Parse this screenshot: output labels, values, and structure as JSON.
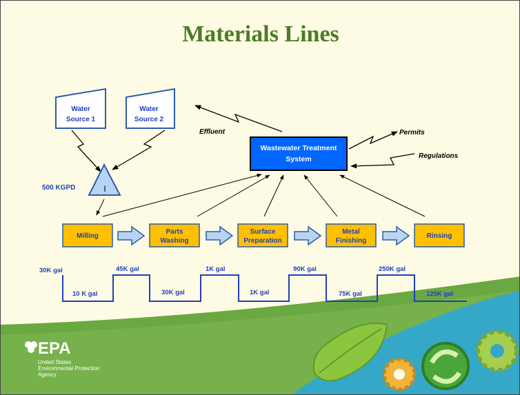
{
  "slide": {
    "title": "Materials Lines",
    "colors": {
      "background": "#fdfbe3",
      "title": "#4f7a28",
      "text_blue": "#1f3fbf",
      "process_box": "#ffc000",
      "wwt_box": "#0066ff",
      "arrow_fill": "#b7d4f5",
      "footer_green": "#6aa841",
      "footer_teal": "#35a8c8"
    }
  },
  "sources": [
    {
      "line1": "Water",
      "line2": "Source 1"
    },
    {
      "line1": "Water",
      "line2": "Source 2"
    }
  ],
  "tank": {
    "symbol": "I",
    "flow_label": "500 KGPD"
  },
  "treatment": {
    "line1": "Wastewater Treatment",
    "line2": "System"
  },
  "labels": {
    "effluent": "Effluent",
    "permits": "Permits",
    "regulations": "Regulations"
  },
  "processes": [
    {
      "line1": "Milling",
      "line2": ""
    },
    {
      "line1": "Parts",
      "line2": "Washing"
    },
    {
      "line1": "Surface",
      "line2": "Preparation"
    },
    {
      "line1": "Metal",
      "line2": "Finishing"
    },
    {
      "line1": "Rinsing",
      "line2": ""
    }
  ],
  "volumes": {
    "high": [
      "30K gal",
      "45K gal",
      "1K gal",
      "90K gal",
      "250K gal"
    ],
    "low": [
      "10 K gal",
      "30K gal",
      "1K gal",
      "75K gal",
      "125K gal"
    ]
  },
  "logo": {
    "mark": "EPA",
    "line1": "United States",
    "line2": "Environmental Protection",
    "line3": "Agency"
  },
  "icons": [
    "epa-flower-icon",
    "leaf-icon",
    "gear-icon",
    "recycle-icon"
  ]
}
